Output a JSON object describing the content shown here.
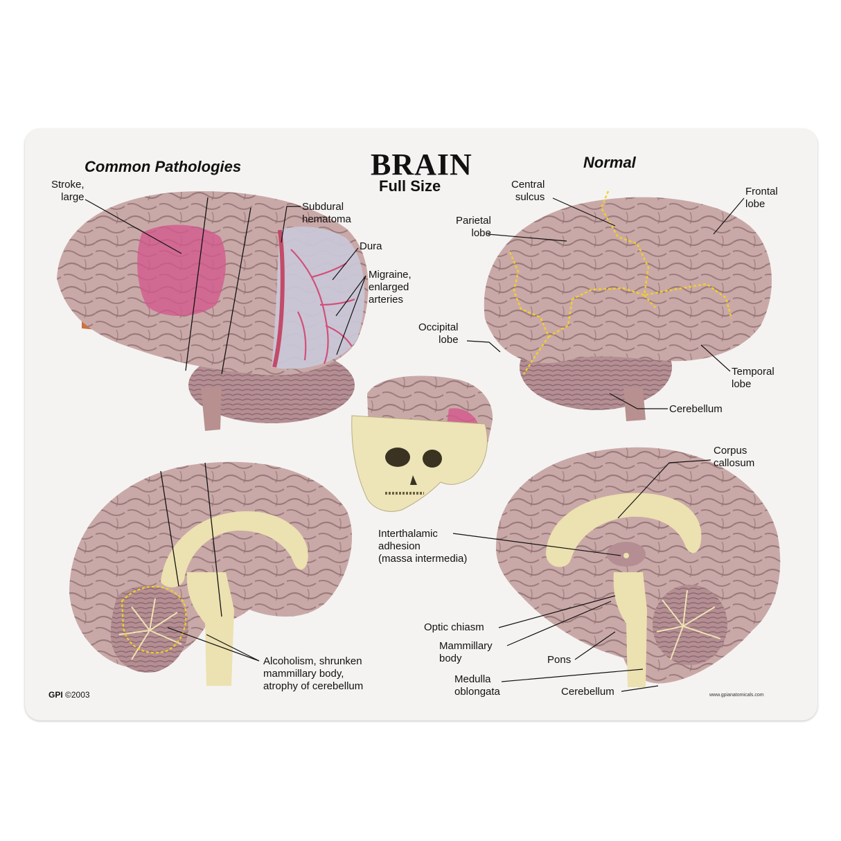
{
  "header": {
    "title": "BRAIN",
    "subtitle": "Full Size",
    "left_section": "Common Pathologies",
    "right_section": "Normal"
  },
  "footer": {
    "brand": "GPI",
    "year": "©2003",
    "website": "www.gpianatomicals.com"
  },
  "labels": {
    "stroke": "Stroke,\nlarge",
    "subdural": "Subdural\nhematoma",
    "dura": "Dura",
    "migraine": "Migraine,\nenlarged\narteries",
    "central_sulcus": "Central\nsulcus",
    "frontal_lobe": "Frontal\nlobe",
    "parietal_lobe": "Parietal\nlobe",
    "occipital_lobe": "Occipital\nlobe",
    "temporal_lobe": "Temporal\nlobe",
    "cerebellum_top": "Cerebellum",
    "corpus_callosum": "Corpus\ncallosum",
    "interthalamic": "Interthalamic\nadhesion\n(massa intermedia)",
    "optic_chiasm": "Optic chiasm",
    "mammillary": "Mammillary\nbody",
    "pons": "Pons",
    "medulla": "Medulla\noblongata",
    "cerebellum_bottom": "Cerebellum",
    "alcoholism": "Alcoholism, shrunken\nmammillary body,\natrophy of cerebellum"
  },
  "colors": {
    "cortex": "#c9a9a8",
    "cortex_dark": "#8c6a6c",
    "stroke": "#d4588c",
    "dura": "#c9c6d6",
    "artery": "#d1507a",
    "callosum": "#ece1b0",
    "sulcus_dash": "#f2d028",
    "skull": "#ede4b8"
  }
}
